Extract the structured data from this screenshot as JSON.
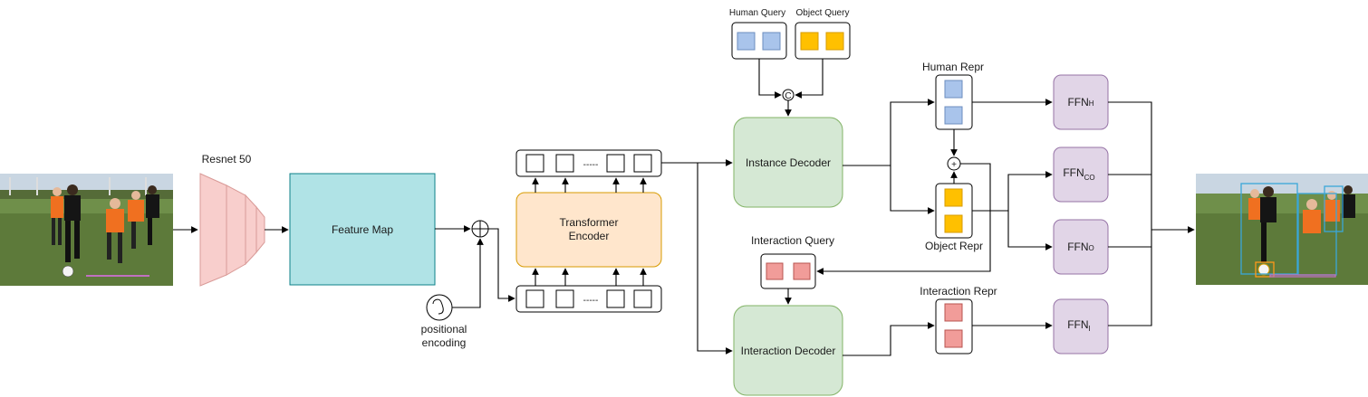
{
  "colors": {
    "resnet_fill": "#f8cecc",
    "resnet_stroke": "#d99a97",
    "feature_map_fill": "#b0e3e6",
    "feature_map_stroke": "#0e8088",
    "transformer_fill": "#ffe6cc",
    "transformer_stroke": "#d79b00",
    "decoder_fill": "#d5e8d4",
    "decoder_stroke": "#82b366",
    "ffn_fill": "#e1d5e7",
    "ffn_stroke": "#9673a6",
    "human_token": "#a9c4eb",
    "human_token_stroke": "#6c8ebf",
    "object_token": "#ffc000",
    "object_token_stroke": "#d79b00",
    "interaction_token": "#f19c99",
    "interaction_token_stroke": "#b85450",
    "grass": "#5d7a3a",
    "jersey_orange": "#f07020"
  },
  "labels": {
    "resnet": "Resnet 50",
    "feature_map": "Feature Map",
    "positional_encoding_line1": "positional",
    "positional_encoding_line2": "encoding",
    "transformer_line1": "Transformer",
    "transformer_line2": "Encoder",
    "token_ellipsis": "-----",
    "human_query": "Human Query",
    "object_query": "Object Query",
    "concat_symbol": "C",
    "plus_symbol": "+",
    "instance_decoder": "Instance Decoder",
    "interaction_query": "Interaction Query",
    "interaction_decoder": "Interaction Decoder",
    "human_repr": "Human Repr",
    "object_repr": "Object Repr",
    "interaction_repr": "Interaction Repr"
  },
  "ffn": [
    {
      "base": "FFN",
      "sub": "H"
    },
    {
      "base": "FFN",
      "sub": "CO"
    },
    {
      "base": "FFN",
      "sub": "O"
    },
    {
      "base": "FFN",
      "sub": "I"
    }
  ]
}
